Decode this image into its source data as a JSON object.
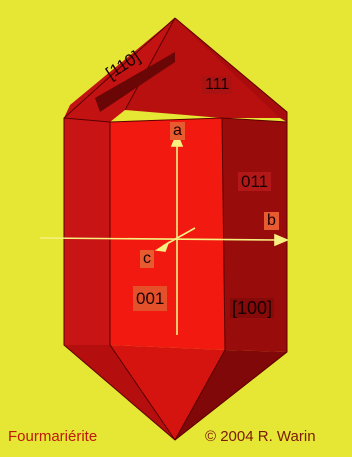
{
  "labels": {
    "face_110": "[110]",
    "face_111": "111",
    "axis_a": "a",
    "face_011": "011",
    "axis_b": "b",
    "axis_c": "c",
    "face_001": "001",
    "face_100": "[100]"
  },
  "footer": {
    "mineral": "Fourmariérite",
    "copyright": "© 2004 R. Warin"
  },
  "colors": {
    "background": "#e6e634",
    "front_face": "#f21a10",
    "right_face": "#9a0c0c",
    "left_face": "#c41010",
    "axis": "#f5f080",
    "mineral_text": "#c0180c",
    "copyright_text": "#7a1a0a"
  }
}
